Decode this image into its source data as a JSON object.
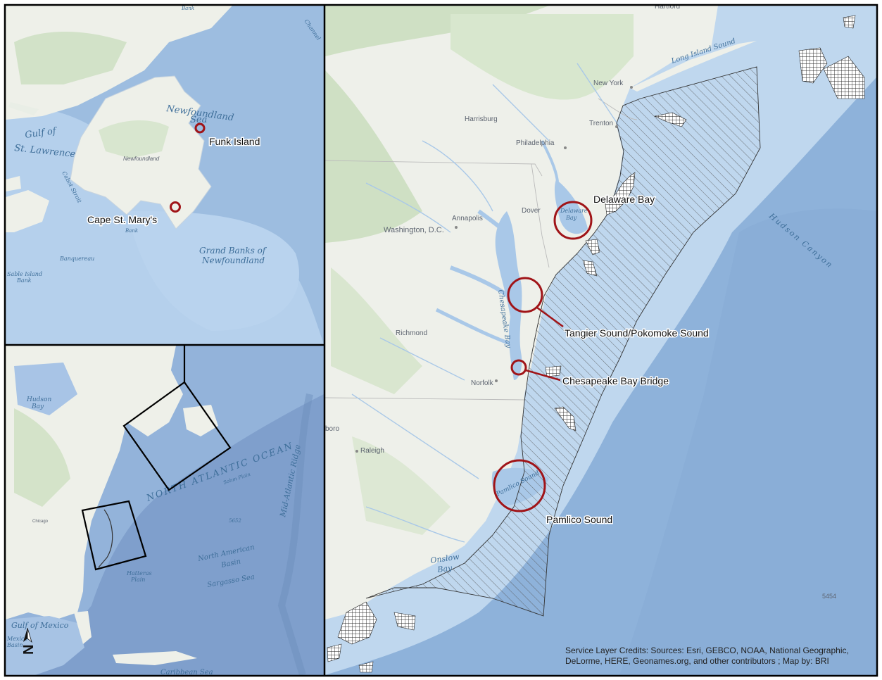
{
  "inset_north": {
    "labels": {
      "newfoundland_sea_1": "Newfoundland",
      "newfoundland_sea_2": "Sea",
      "gulf_1": "Gulf of",
      "gulf_2": "St. Lawrence",
      "newfoundland": "Newfoundland",
      "cabot_strait": "Cabot Strait",
      "grand_banks_1": "Grand Banks of",
      "grand_banks_2": "Newfoundland",
      "banquereau": "Banquereau",
      "sable_1": "Sable Island",
      "sable_2": "Bank",
      "bank_small": "Bank",
      "bank_top": "Bank",
      "channel": "Channel",
      "grand_small": "Bank"
    },
    "sites": [
      {
        "name": "Funk Island"
      },
      {
        "name": "Cape St. Mary's"
      }
    ]
  },
  "inset_overview": {
    "labels": {
      "hudson_1": "Hudson",
      "hudson_2": "Bay",
      "north_atlantic": "NORTH ATLANTIC OCEAN",
      "mid_atlantic": "Mid-Atlantic Ridge",
      "na_basin_1": "North American",
      "na_basin_2": "Basin",
      "sargasso": "Sargasso Sea",
      "hatteras_1": "Hatteras",
      "hatteras_2": "Plain",
      "gulf_mexico": "Gulf of Mexico",
      "mexico_basin_1": "Mexico",
      "mexico_basin_2": "Basin",
      "carib": "Caribbean Sea",
      "chicago": "Chicago",
      "sohm": "Sohm Plain",
      "depth": "5652"
    },
    "north_arrow": "N"
  },
  "main_map": {
    "cities": [
      {
        "name": "New York"
      },
      {
        "name": "Harrisburg"
      },
      {
        "name": "Trenton"
      },
      {
        "name": "Philadelphia"
      },
      {
        "name": "Annapolis"
      },
      {
        "name": "Dover"
      },
      {
        "name": "Washington, D.C."
      },
      {
        "name": "Richmond"
      },
      {
        "name": "Norfolk"
      },
      {
        "name": "Raleigh"
      },
      {
        "name": "Hartford"
      }
    ],
    "water_labels": {
      "long_island_sound": "Long Island Sound",
      "delaware_bay_1": "Delaware",
      "delaware_bay_2": "Bay",
      "chesapeake_bay": "Chesapeake Bay",
      "pamlico_sound": "Pamlico Sound",
      "onslow_1": "Onslow",
      "onslow_2": "Bay",
      "hudson_canyon": "Hudson Canyon",
      "depth": "5454",
      "boro": "boro"
    },
    "sites": [
      {
        "name": "Delaware Bay"
      },
      {
        "name": "Tangier Sound/Pokomoke Sound"
      },
      {
        "name": "Chesapeake Bay Bridge"
      },
      {
        "name": "Pamlico Sound"
      }
    ],
    "credits_1": "Service Layer Credits: Sources: Esri, GEBCO, NOAA, National Geographic,",
    "credits_2": "DeLorme, HERE, Geonames.org, and other contributors ; Map by: BRI"
  },
  "colors": {
    "site_circle": "#a01418",
    "ocean_deep": "#8fb1d6",
    "ocean_shelf": "#bcd6ee",
    "land": "#eef0ea",
    "forest": "#c9dcc0",
    "frame": "#000000"
  }
}
